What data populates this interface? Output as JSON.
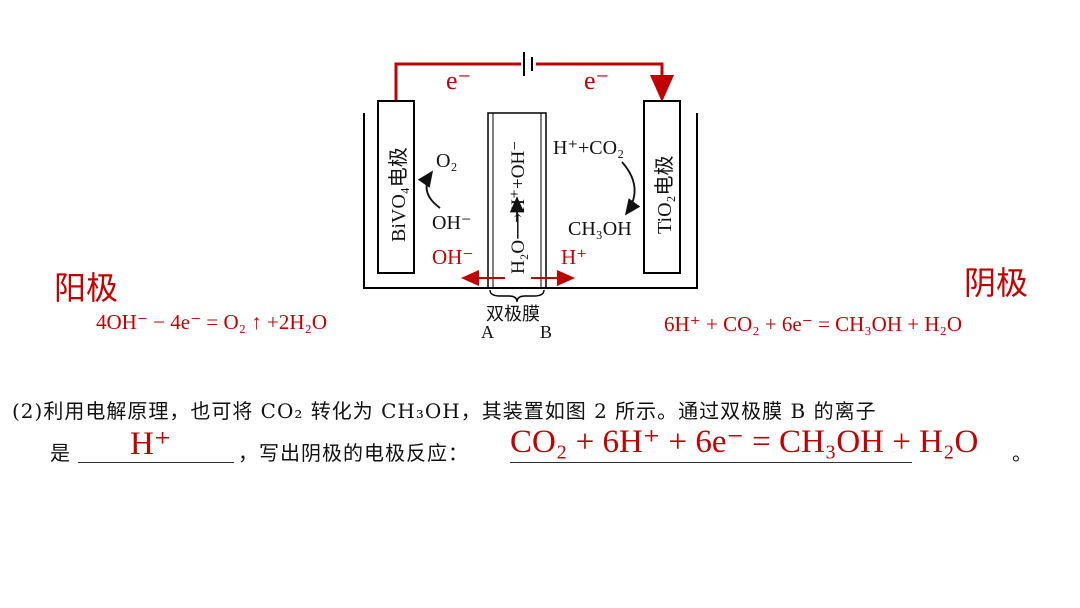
{
  "diagram": {
    "electron_left": "e⁻",
    "electron_right": "e⁻",
    "left_electrode": "BiVO₄电极",
    "right_electrode": "TiO₂电极",
    "o2": "O₂",
    "oh_minus": "OH⁻",
    "membrane_reaction": "H₂O⟶H⁺+OH⁻",
    "h_co2": "H⁺+CO₂",
    "ch3oh": "CH₃OH",
    "oh_red": "OH⁻",
    "h_red": "H⁺",
    "membrane_label": "双极膜",
    "side_a": "A",
    "side_b": "B",
    "colors": {
      "wire": "#c00000",
      "annotation": "#c00000",
      "line": "#000000"
    }
  },
  "anode": {
    "title": "阳极",
    "equation": "4OH⁻ − 4e⁻ = O₂ ↑ +2H₂O"
  },
  "cathode": {
    "title": "阴极",
    "equation": "6H⁺ + CO₂ + 6e⁻ = CH₃OH + H₂O"
  },
  "question": {
    "line1": "(2)利用电解原理，也可将 CO₂ 转化为 CH₃OH，其装置如图 2 所示。通过双极膜 B 的离子",
    "line2_prefix": "是",
    "answer1": "H⁺",
    "line2_middle": "，写出阴极的电极反应：",
    "answer2": "CO₂ + 6H⁺ + 6e⁻ = CH₃OH + H₂O",
    "line2_end": "。"
  }
}
